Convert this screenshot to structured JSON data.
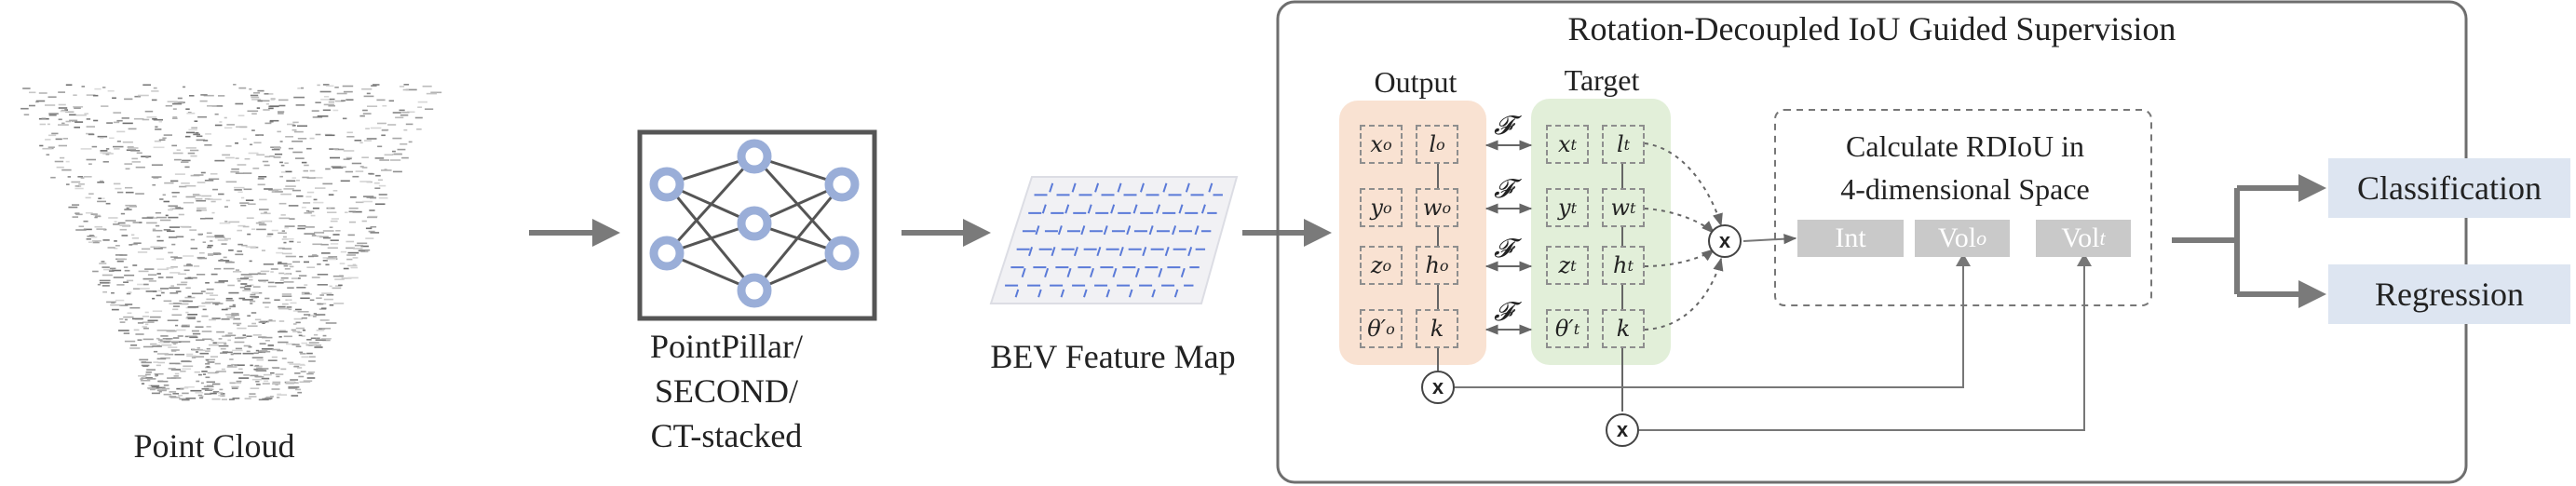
{
  "labels": {
    "point_cloud": "Point Cloud",
    "network_line1": "PointPillar/",
    "network_line2": "SECOND/",
    "network_line3": "CT-stacked",
    "bev": "BEV Feature Map",
    "supervision_title": "Rotation-Decoupled IoU Guided Supervision",
    "output": "Output",
    "target": "Target",
    "calc_line1": "Calculate RDIoU in",
    "calc_line2": "4-dimensional Space",
    "classification": "Classification",
    "regression": "Regression"
  },
  "boxes": {
    "int": "Int",
    "vol": "Vol",
    "sub_o": "o",
    "sub_t": "t"
  },
  "symbols": {
    "functional": "𝓕",
    "multiply": "x"
  },
  "output_cells": [
    [
      "x",
      "o",
      "l",
      "o"
    ],
    [
      "y",
      "o",
      "w",
      "o"
    ],
    [
      "z",
      "o",
      "h",
      "o"
    ],
    [
      "θ′",
      "o",
      "k",
      ""
    ]
  ],
  "target_cells": [
    [
      "x",
      "t",
      "l",
      "t"
    ],
    [
      "y",
      "t",
      "w",
      "t"
    ],
    [
      "z",
      "t",
      "h",
      "t"
    ],
    [
      "θ′",
      "t",
      "k",
      ""
    ]
  ],
  "colors": {
    "output_panel": "#f9e2d2",
    "target_panel": "#e2efd9",
    "gray_box": "#c9c9c9",
    "result_box": "#dde5f1",
    "arrow": "#7a7a7a",
    "node_fill": "#9aaed8",
    "bev_grid": "#5a7ad8"
  }
}
